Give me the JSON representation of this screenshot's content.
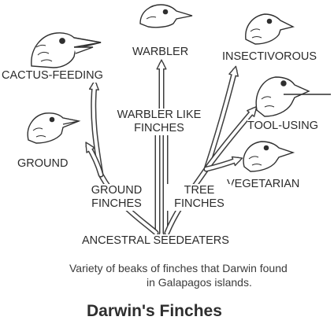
{
  "diagram": {
    "root_label": "ANCESTRAL SEEDEATERS",
    "branches": {
      "ground_finches": {
        "line1": "GROUND",
        "line2": "FINCHES"
      },
      "warbler_like": {
        "line1": "WARBLER LIKE",
        "line2": "FINCHES"
      },
      "tree_finches": {
        "line1": "TREE",
        "line2": "FINCHES"
      }
    },
    "tips": {
      "cactus_feeding": "CACTUS-FEEDING",
      "ground": "GROUND",
      "warbler": "WARBLER",
      "insectivorous": "INSECTIVOROUS",
      "tool_using": "TOOL-USING",
      "vegetarian": "VEGETARIAN"
    }
  },
  "caption": {
    "line1": "Variety of beaks of finches that Darwin found",
    "line2": "in Galapagos islands."
  },
  "title": "Darwin's Finches"
}
